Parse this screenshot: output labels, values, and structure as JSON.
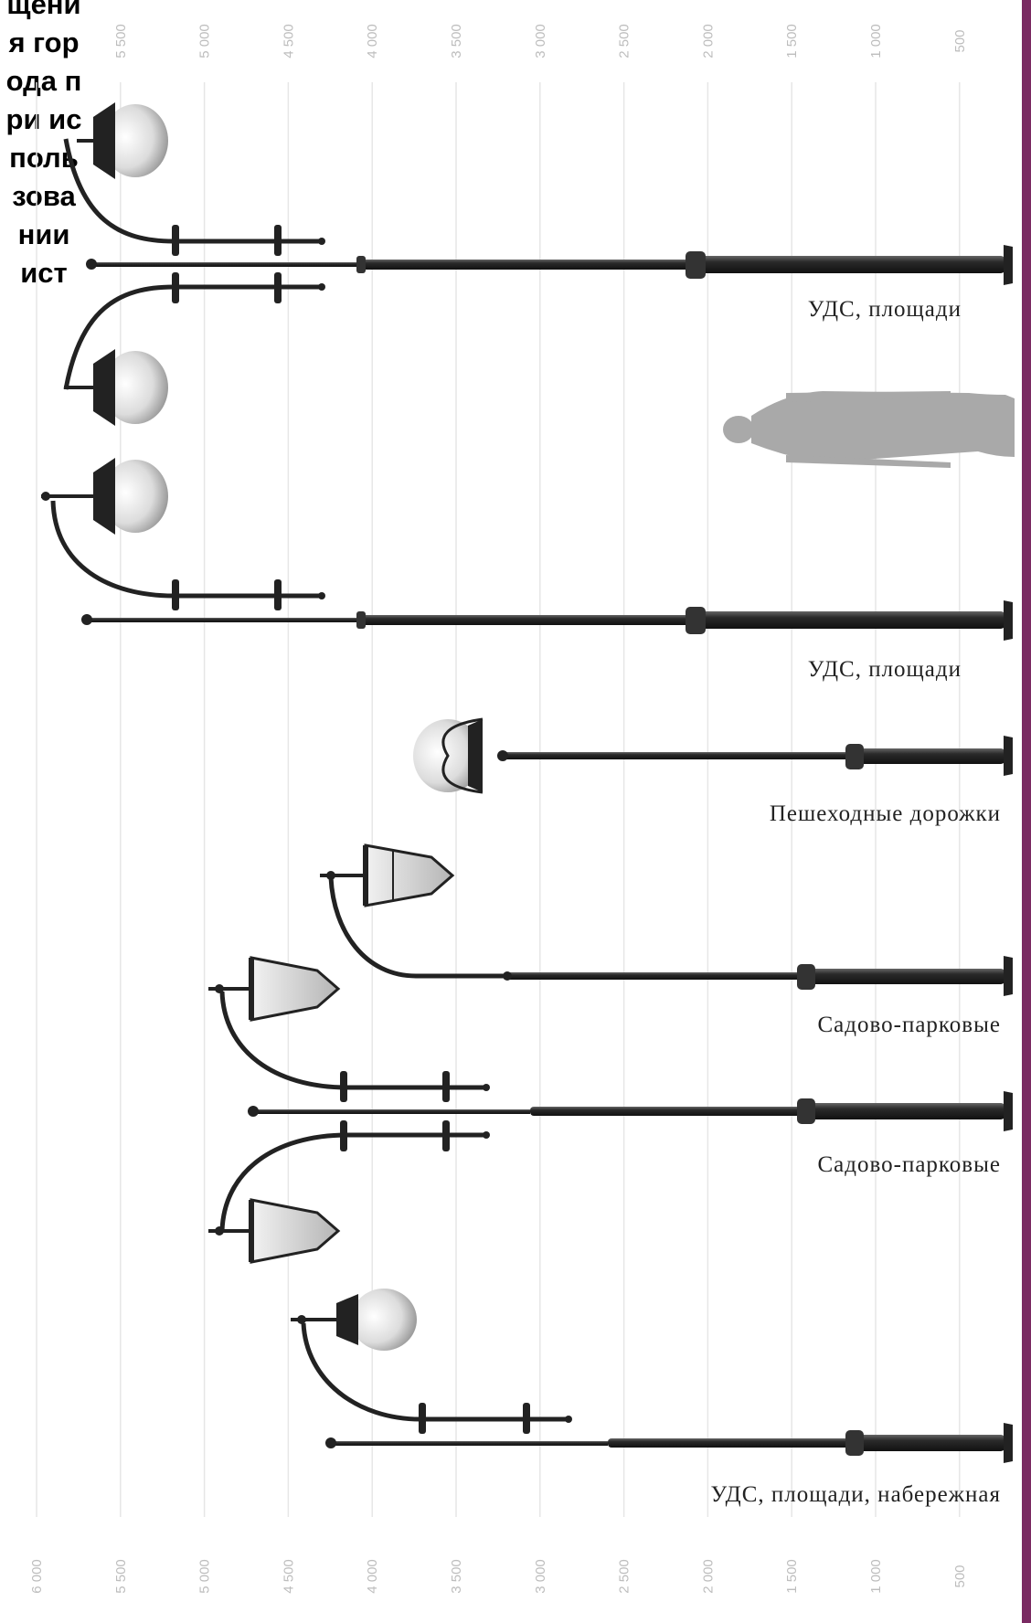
{
  "side_heading": "щения города при использовании ист",
  "scale_ticks": [
    "6 000",
    "5 500",
    "5 000",
    "4 500",
    "4 000",
    "3 500",
    "3 000",
    "2 500",
    "2 000",
    "1 500",
    "1 000",
    "500"
  ],
  "lamps": [
    {
      "caption": "УДС, площади",
      "style": "double-arm-oval"
    },
    {
      "caption": "УДС, площади",
      "style": "single-arm-oval"
    },
    {
      "caption": "Пешеходные дорожки",
      "style": "top-globe"
    },
    {
      "caption": "Садово-парковые",
      "style": "single-arm-lantern"
    },
    {
      "caption": "Садово-парковые",
      "style": "double-arm-lantern"
    },
    {
      "caption": "УДС, площади, набережная",
      "style": "single-arm-oval"
    }
  ],
  "colors": {
    "accent_bar": "#7a2a62",
    "gridline": "#e6e6e6",
    "pole": "#2b2b2b",
    "silhouette": "#a9a9a9"
  }
}
